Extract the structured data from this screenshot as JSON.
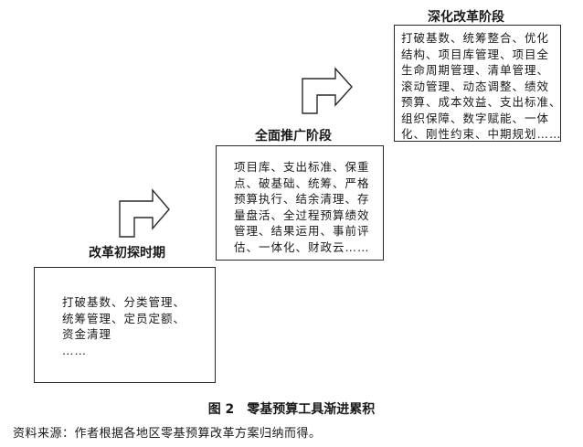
{
  "stages": [
    {
      "title": "改革初探时期",
      "lines": [
        "打破基数、分类管理、",
        "统筹管理、定员定额、",
        "资金清理",
        "……"
      ]
    },
    {
      "title": "全面推广阶段",
      "lines": [
        "项目库、支出标准、保重",
        "点、破基础、统筹、严格",
        "预算执行、结余清理、存",
        "量盘活、全过程预算绩效",
        "管理、结果运用、事前评",
        "估、一体化、财政云……"
      ]
    },
    {
      "title": "深化改革阶段",
      "lines": [
        "打破基数、统筹整合、优化",
        "结构、项目库管理、项目全",
        "生命周期管理、清单管理、",
        "滚动管理、动态调整、绩效",
        "预算、成本效益、支出标准、",
        "组织保障、数字赋能、一体",
        "化、刚性约束、中期规划……"
      ]
    }
  ],
  "figure": {
    "caption": "图 2　零基预算工具渐进累积",
    "source": "资料来源：作者根据各地区零基预算改革方案归纳而得。"
  },
  "colors": {
    "line": "#2a2a2a",
    "text": "#1a1a1a"
  }
}
